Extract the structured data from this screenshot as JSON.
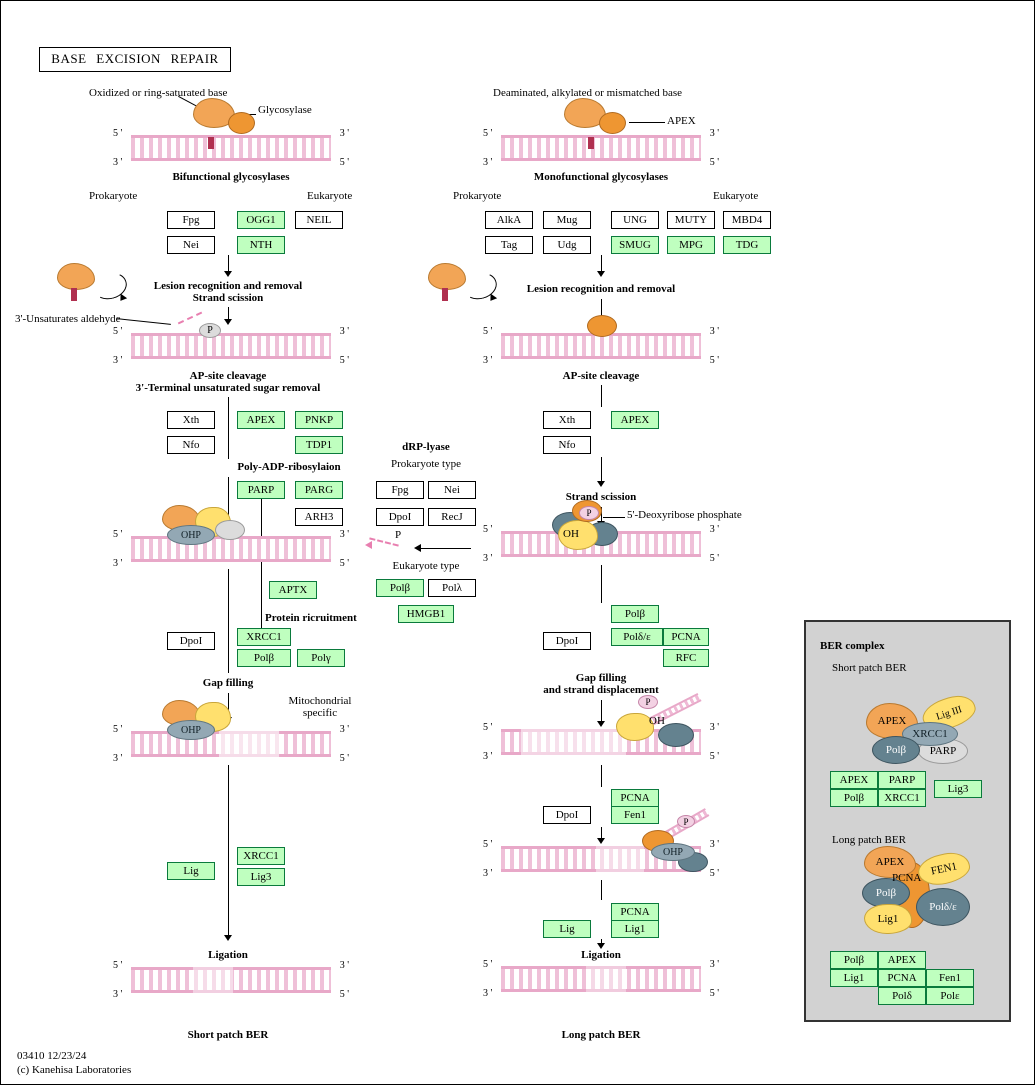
{
  "title": "BASE EXCISION REPAIR",
  "footer": {
    "line1": "03410 12/23/24",
    "line2": "(c) Kanehisa Laboratories"
  },
  "ends": {
    "five": "5 '",
    "three": "3 '"
  },
  "marks": {
    "p": "P",
    "oh": "OH",
    "ohp": "OHP"
  },
  "colors": {
    "green_fill": "#BFFFBF",
    "green_border": "#0A7A3C",
    "dna_pink": "#E8A8C8",
    "orange": "#F2A556",
    "yellow": "#FFE06E",
    "slate": "#64828F",
    "gray_panel": "#D2D2D2"
  },
  "left": {
    "damaged_base": "Oxidized or ring-saturated base",
    "glycosylase": "Glycosylase",
    "bifunctional": "Bifunctional glycosylases",
    "prokaryote": "Prokaryote",
    "eukaryote": "Eukaryote",
    "lesion1": "Lesion recognition and removal",
    "lesion2": "Strand scission",
    "aldehyde": "3'-Unsaturates aldehyde",
    "ap1": "AP-site cleavage",
    "ap2": "3'-Terminal unsaturated sugar removal",
    "parp_title": "Poly-ADP-ribosylaion",
    "recruitment": "Protein ricruitment",
    "gap": "Gap filling",
    "mito": "Mitochondrial specific",
    "ligation": "Ligation",
    "bottom": "Short patch BER",
    "boxes": [
      {
        "label": "Fpg",
        "green": false
      },
      {
        "label": "OGG1",
        "green": true
      },
      {
        "label": "NEIL",
        "green": false
      },
      {
        "label": "Nei",
        "green": false
      },
      {
        "label": "NTH",
        "green": true
      },
      {
        "label": "Xth",
        "green": false
      },
      {
        "label": "APEX",
        "green": true
      },
      {
        "label": "PNKP",
        "green": true
      },
      {
        "label": "Nfo",
        "green": false
      },
      {
        "label": "TDP1",
        "green": true
      },
      {
        "label": "PARP",
        "green": true
      },
      {
        "label": "PARG",
        "green": true
      },
      {
        "label": "ARH3",
        "green": false
      },
      {
        "label": "APTX",
        "green": true
      },
      {
        "label": "DpoI",
        "green": false
      },
      {
        "label": "XRCC1",
        "green": true
      },
      {
        "label": "Polβ",
        "green": true
      },
      {
        "label": "Polγ",
        "green": true
      },
      {
        "label": "Lig",
        "green": true
      },
      {
        "label": "XRCC1",
        "green": true
      },
      {
        "label": "Lig3",
        "green": true
      }
    ]
  },
  "mid": {
    "title": "dRP-lyase",
    "prokaryote_type": "Prokaryote type",
    "eukaryote_type": "Eukaryote type",
    "boxes": [
      {
        "label": "Fpg",
        "green": false
      },
      {
        "label": "Nei",
        "green": false
      },
      {
        "label": "DpoI",
        "green": false
      },
      {
        "label": "RecJ",
        "green": false
      },
      {
        "label": "Polβ",
        "green": true
      },
      {
        "label": "Polλ",
        "green": false
      },
      {
        "label": "HMGB1",
        "green": true
      }
    ]
  },
  "right": {
    "damaged_base": "Deaminated, alkylated or mismatched base",
    "apex_callout": "APEX",
    "monofunctional": "Monofunctional glycosylases",
    "prokaryote": "Prokaryote",
    "eukaryote": "Eukaryote",
    "lesion": "Lesion recognition and removal",
    "ap": "AP-site cleavage",
    "scission": "Strand scission",
    "deoxyribose": "5'-Deoxyribose phosphate",
    "gap1": "Gap filling",
    "gap2": "and strand displacement",
    "ligation": "Ligation",
    "bottom": "Long patch BER",
    "boxes": [
      {
        "label": "AlkA",
        "green": false
      },
      {
        "label": "Mug",
        "green": false
      },
      {
        "label": "UNG",
        "green": false
      },
      {
        "label": "MUTY",
        "green": false
      },
      {
        "label": "MBD4",
        "green": false
      },
      {
        "label": "Tag",
        "green": false
      },
      {
        "label": "Udg",
        "green": false
      },
      {
        "label": "SMUG",
        "green": true
      },
      {
        "label": "MPG",
        "green": true
      },
      {
        "label": "TDG",
        "green": true
      },
      {
        "label": "Xth",
        "green": false
      },
      {
        "label": "APEX",
        "green": true
      },
      {
        "label": "Nfo",
        "green": false
      },
      {
        "label": "Polβ",
        "green": true
      },
      {
        "label": "DpoI",
        "green": false
      },
      {
        "label": "Polδ/ε",
        "green": true
      },
      {
        "label": "PCNA",
        "green": true
      },
      {
        "label": "RFC",
        "green": true
      },
      {
        "label": "DpoI",
        "green": false
      },
      {
        "label": "PCNA",
        "green": true
      },
      {
        "label": "Fen1",
        "green": true
      },
      {
        "label": "Lig",
        "green": true
      },
      {
        "label": "PCNA",
        "green": true
      },
      {
        "label": "Lig1",
        "green": true
      }
    ]
  },
  "ber": {
    "title": "BER complex",
    "short_title": "Short patch BER",
    "long_title": "Long patch BER",
    "short_blobs": [
      "APEX",
      "Lig III",
      "XRCC1",
      "Polβ",
      "PARP"
    ],
    "long_blobs": [
      "APEX",
      "FEN1",
      "PCNA",
      "Polβ",
      "Lig1",
      "Polδ/ε"
    ],
    "short_table": [
      "APEX",
      "PARP",
      "Polβ",
      "XRCC1",
      "Lig3"
    ],
    "long_table": [
      "Polβ",
      "APEX",
      "Lig1",
      "PCNA",
      "Fen1",
      "Polδ",
      "Polε"
    ]
  }
}
